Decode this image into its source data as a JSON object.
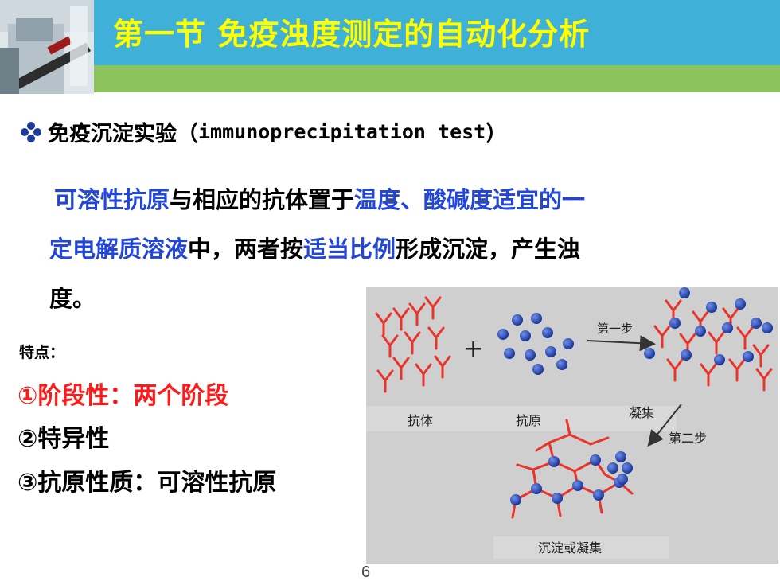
{
  "header": {
    "title": "第一节  免疫浊度测定的自动化分析"
  },
  "bullet": {
    "label_cn": "免疫沉淀实验（",
    "label_en": "immunoprecipitation test",
    "label_close": "）"
  },
  "paragraph": {
    "seg1": "可溶性抗原",
    "seg2": "与相应的抗体置于",
    "seg3": "温度、酸碱度适宜的一",
    "seg4": "定电解质溶液",
    "seg5": "中，两者按",
    "seg6": "适当比例",
    "seg7": "形成沉淀，产生浊",
    "seg8": "度。"
  },
  "features": {
    "title": "特点：",
    "item1": "①阶段性：两个阶段",
    "item2": "②特异性",
    "item3": "③抗原性质：可溶性抗原"
  },
  "diagram": {
    "label_antibody": "抗体",
    "label_antigen": "抗原",
    "label_step1": "第一步",
    "label_agglutinate": "凝集",
    "label_step2": "第二步",
    "label_result": "沉淀或凝集",
    "plus": "+"
  },
  "page": {
    "number": "6"
  },
  "colors": {
    "header_blue": "#3fb0d8",
    "header_green": "#8cc35c",
    "title_yellow": "#ffff00",
    "emphasis_blue": "#2146d8",
    "emphasis_red": "#ff1a1a",
    "antibody_red": "#e8342a",
    "antigen_blue": "#1e3fae"
  }
}
